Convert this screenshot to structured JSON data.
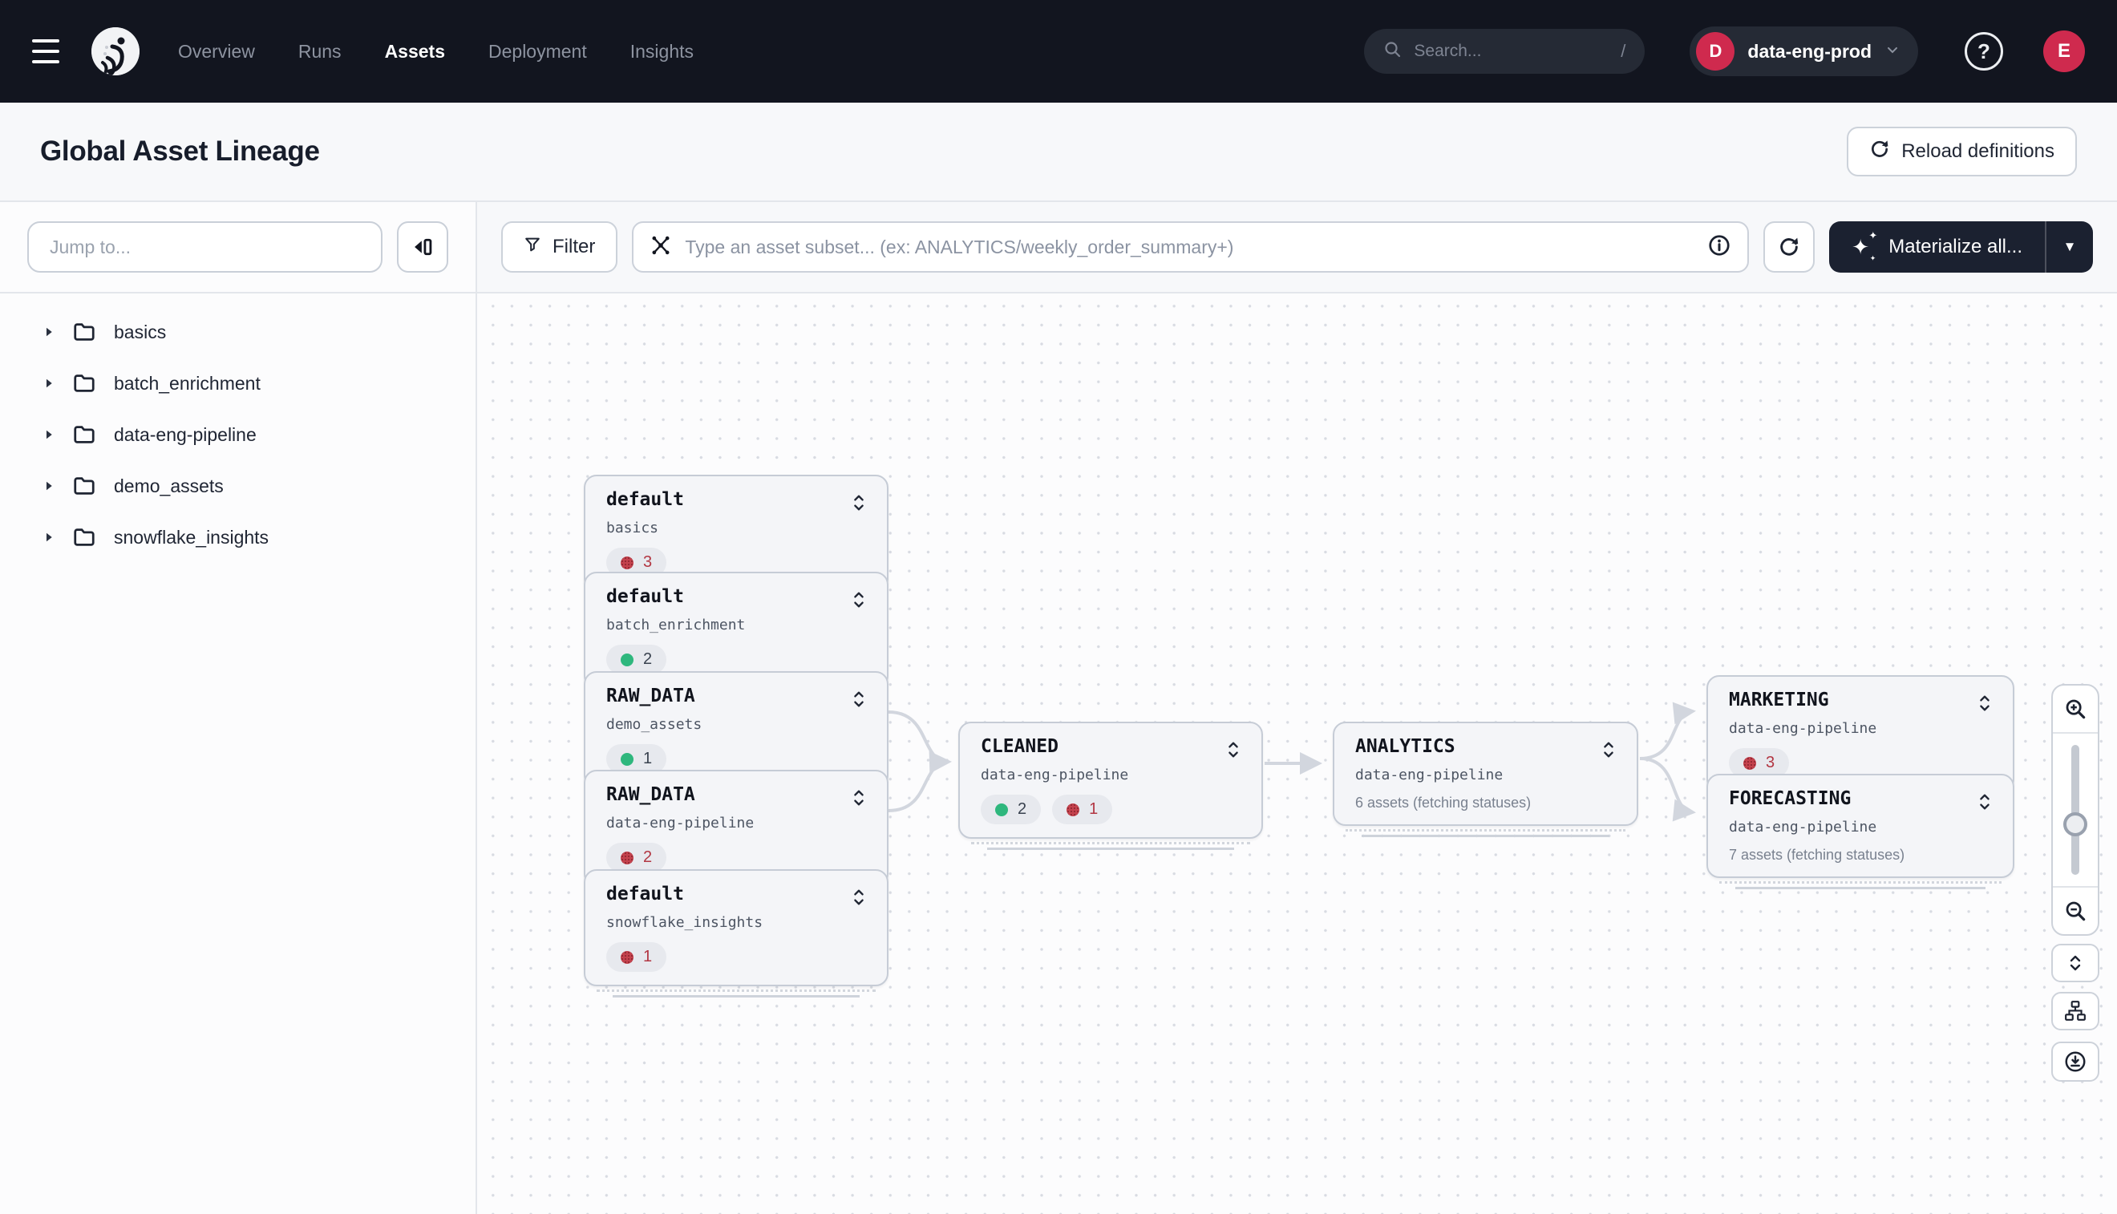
{
  "nav": {
    "items": [
      {
        "label": "Overview"
      },
      {
        "label": "Runs"
      },
      {
        "label": "Assets"
      },
      {
        "label": "Deployment"
      },
      {
        "label": "Insights"
      }
    ],
    "active_item": "Assets",
    "search": {
      "placeholder": "Search...",
      "shortcut_hint": "/"
    },
    "deployment": {
      "initial": "D",
      "name": "data-eng-prod"
    },
    "help_glyph": "?",
    "user_initial": "E"
  },
  "header": {
    "title": "Global Asset Lineage",
    "reload_button": "Reload definitions"
  },
  "sidebar": {
    "jump_input_placeholder": "Jump to...",
    "groups": [
      {
        "label": "basics"
      },
      {
        "label": "batch_enrichment"
      },
      {
        "label": "data-eng-pipeline"
      },
      {
        "label": "demo_assets"
      },
      {
        "label": "snowflake_insights"
      }
    ]
  },
  "toolbar": {
    "filter_button": "Filter",
    "subset_input_placeholder": "Type an asset subset... (ex: ANALYTICS/weekly_order_summary+)",
    "materialize_button": "Materialize all..."
  },
  "graph": {
    "nodes": [
      {
        "title": "default",
        "subtitle": "basics",
        "pills": [
          {
            "status": "error",
            "count": "3"
          }
        ]
      },
      {
        "title": "default",
        "subtitle": "batch_enrichment",
        "pills": [
          {
            "status": "success",
            "count": "2"
          }
        ]
      },
      {
        "title": "RAW_DATA",
        "subtitle": "demo_assets",
        "pills": [
          {
            "status": "success",
            "count": "1"
          }
        ]
      },
      {
        "title": "RAW_DATA",
        "subtitle": "data-eng-pipeline",
        "pills": [
          {
            "status": "error",
            "count": "2"
          }
        ]
      },
      {
        "title": "default",
        "subtitle": "snowflake_insights",
        "pills": [
          {
            "status": "error",
            "count": "1"
          }
        ]
      },
      {
        "title": "CLEANED",
        "subtitle": "data-eng-pipeline",
        "pills": [
          {
            "status": "success",
            "count": "2"
          },
          {
            "status": "error",
            "count": "1"
          }
        ]
      },
      {
        "title": "ANALYTICS",
        "subtitle": "data-eng-pipeline",
        "status_text": "6 assets (fetching statuses)"
      },
      {
        "title": "MARKETING",
        "subtitle": "data-eng-pipeline",
        "pills": [
          {
            "status": "error",
            "count": "3"
          }
        ]
      },
      {
        "title": "FORECASTING",
        "subtitle": "data-eng-pipeline",
        "status_text": "7 assets (fetching statuses)"
      }
    ]
  },
  "colors": {
    "nav_bg": "#12151f",
    "accent_red": "#cf2a4e",
    "status_success": "#2eb77d",
    "status_error": "#c4424d",
    "edge": "#d2d6de",
    "materialize_bg": "#1b2130"
  }
}
